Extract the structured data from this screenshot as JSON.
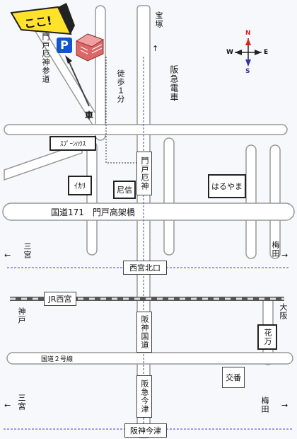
{
  "here_label": "ここ!",
  "parking_label": "P",
  "approach_road": "門戸厄神参道",
  "train_line": "阪急電車",
  "direction_north_town": "宝塚",
  "walk_time": "徒歩１分",
  "car_mark": "車",
  "compass": {
    "north": "N",
    "south": "S",
    "east": "E",
    "west": "W"
  },
  "landmarks": {
    "spoon_house": "ｽﾌﾟｰﾝﾊｳｽ",
    "ikari": "ｲｶﾘ",
    "amashin": "尼信",
    "harukayama": "はるやま",
    "mondo_station": "門戸厄神",
    "nishinomiya_kitaguchi": "西宮北口",
    "jr_nishinomiya": "JR西宮",
    "hankyu_kogen": "阪神国道",
    "hankyu_imazu": "阪急今津",
    "hanshin_imazu": "阪神今津",
    "hanamasa": "花万",
    "koban": "交番"
  },
  "roads": {
    "route171": "国道171　門戸高架橋",
    "route2": "国道２号線"
  },
  "directions": {
    "sannomiya_1": "三宮",
    "umeda_1": "梅田",
    "kobe": "神戸",
    "osaka": "大阪",
    "sannomiya_2": "三宮",
    "umeda_2": "梅田"
  },
  "colors": {
    "road_fill": "#ffffff",
    "road_edge": "#999999",
    "rail_line": "#4444cc",
    "north": "#dd2222",
    "south": "#3333aa"
  }
}
